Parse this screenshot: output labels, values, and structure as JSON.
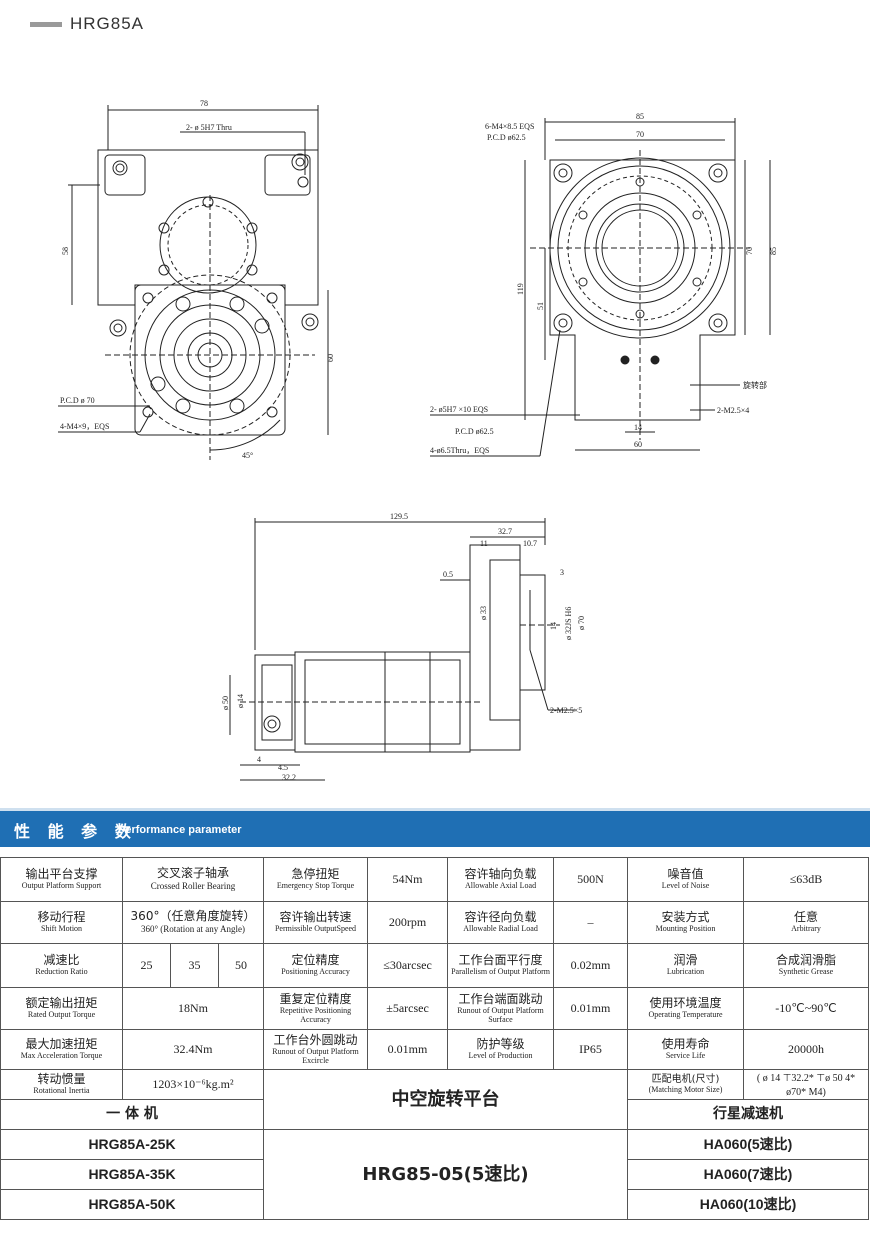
{
  "header": {
    "title": "HRG85A"
  },
  "drawing_labels": {
    "dim_78": "78",
    "dim_58": "58",
    "dim_60_left": "60",
    "thru_holes": "2- ø 5H7 Thru",
    "pcd_70": "P.C.D  ø 70",
    "m4x9": "4-M4×9，EQS",
    "angle_45": "45°",
    "dim_85_top": "85",
    "dim_70_top": "70",
    "m4_eqs": "6-M4×8.5 EQS",
    "pcd_625_top": "P.C.D  ø62.5",
    "dim_70_side": "70",
    "dim_85_side": "85",
    "dim_119": "119",
    "dim_51": "51",
    "rotary_part": "旋转部",
    "m25x4": "2-M2.5×4",
    "holes_10": "2- ø5H7 ×10 EQS",
    "pcd_625_bottom": "P.C.D  ø62.5",
    "thru_65": "4-ø6.5Thru，EQS",
    "dim_14_bottom": "14",
    "dim_60_bottom": "60",
    "dim_1295": "129.5",
    "dim_327": "32.7",
    "dim_11": "11",
    "dim_107": "10.7",
    "dim_05": "0.5",
    "dim_3": "3",
    "dim_33": "ø 33",
    "dim_14_side": "14",
    "dim_32": "ø 32JS H6",
    "dim_70h": "ø 70",
    "m25x5": "2-M2.5×5",
    "dim_50": "ø 50",
    "dim_14_shaft": "ø 14",
    "dim_4": "4",
    "dim_45": "4.5",
    "dim_322": "32.2"
  },
  "section": {
    "title_cn": "性 能 参 数",
    "title_en": "Performance parameter"
  },
  "specs": {
    "output_support": {
      "cn": "输出平台支撑",
      "en": "Output Platform Support",
      "val_cn": "交叉滚子轴承",
      "val_en": "Crossed Roller Bearing"
    },
    "emergency_torque": {
      "cn": "急停扭矩",
      "en": "Emergency Stop  Torque",
      "val": "54Nm"
    },
    "axial_load": {
      "cn": "容许轴向负载",
      "en": "Allowable Axial Load",
      "val": "500N"
    },
    "noise": {
      "cn": "噪音值",
      "en": "Level of Noise",
      "val": "≤63dB"
    },
    "shift_motion": {
      "cn": "移动行程",
      "en": "Shift Motion",
      "val_cn": "360°（任意角度旋转）",
      "val_en": "360°  (Rotation at any Angle)"
    },
    "input_speed": {
      "cn": "容许输出转速",
      "en": "Permissible OutputSpeed",
      "val": "200rpm"
    },
    "radial_load": {
      "cn": "容许径向负载",
      "en": "Allowable Radial Load",
      "val": "–"
    },
    "mounting": {
      "cn": "安装方式",
      "en": "Mounting Position",
      "val_cn": "任意",
      "val_en": "Arbitrary"
    },
    "reduction": {
      "cn": "减速比",
      "en": "Reduction Ratio",
      "r1": "25",
      "r2": "35",
      "r3": "50"
    },
    "positioning": {
      "cn": "定位精度",
      "en": "Positioning Accuracy",
      "val": "≤30arcsec"
    },
    "parallelism": {
      "cn": "工作台面平行度",
      "en": "Parallelism of Output Platform",
      "val": "0.02mm"
    },
    "lubrication": {
      "cn": "润滑",
      "en": "Lubrication",
      "val_cn": "合成润滑脂",
      "val_en": "Synthetic Grease"
    },
    "rated_torque": {
      "cn": "额定输出扭矩",
      "en": "Rated Output Torque",
      "val": "18Nm"
    },
    "repeat_pos": {
      "cn": "重复定位精度",
      "en": "Repetitive Positioning Accuracy",
      "val": "±5arcsec"
    },
    "runout_surface": {
      "cn": "工作台端面跳动",
      "en": "Runout of Output Platform Surface",
      "val": "0.01mm"
    },
    "environment": {
      "cn": "使用环境温度",
      "en": "Operating  Temperature",
      "val": "-10℃~90℃"
    },
    "max_accel": {
      "cn": "最大加速扭矩",
      "en": "Max Acceleration Torque",
      "val": "32.4Nm"
    },
    "runout_circle": {
      "cn": "工作台外圆跳动",
      "en": "Runout of Output Platform Excircle",
      "val": "0.01mm"
    },
    "protection": {
      "cn": "防护等级",
      "en": "Level of Production",
      "val": "IP65"
    },
    "life": {
      "cn": "使用寿命",
      "en": "Service Life",
      "val": "20000h"
    },
    "inertia": {
      "cn": "转动惯量",
      "en": "Rotational Inertia",
      "val": "1203×10⁻⁶kg.m²"
    },
    "motor": {
      "cn": "匹配电机(尺寸)",
      "en": "(Matching Motor Size)",
      "val": "( ø 14 ⊤32.2* ⊤ø 50 4* ø70* M4)"
    }
  },
  "models": {
    "left_title": "一 体 机",
    "center_title": "中空旋转平台",
    "right_title": "行星减速机",
    "left": [
      "HRG85A-25K",
      "HRG85A-35K",
      "HRG85A-50K"
    ],
    "center": "HRG85-05(5速比)",
    "right": [
      "HA060(5速比)",
      "HA060(7速比)",
      "HA060(10速比)"
    ]
  },
  "colors": {
    "section_blue": "#1f6fb4"
  }
}
